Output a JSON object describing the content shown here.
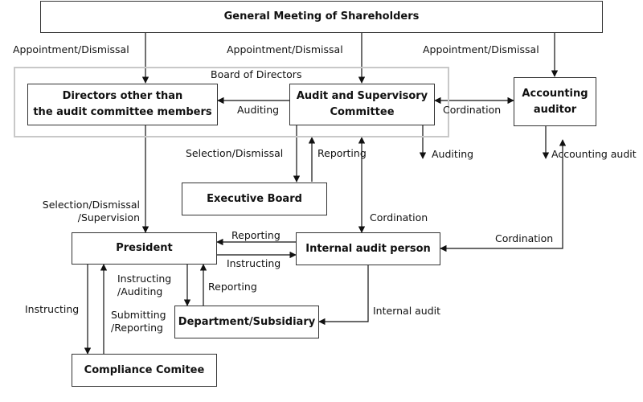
{
  "nodes": {
    "shareholders": "General Meeting of Shareholders",
    "board_group": "Board of Directors",
    "directors": "Directors other than\nthe audit committee members",
    "audit_committee": "Audit and Supervisory\nCommittee",
    "accounting_auditor": "Accounting\nauditor",
    "executive_board": "Executive Board",
    "president": "President",
    "internal_audit": "Internal audit person",
    "department": "Department/Subsidiary",
    "compliance": "Compliance Comitee"
  },
  "edges": {
    "appoint_directors": "Appointment/Dismissal",
    "appoint_committee": "Appointment/Dismissal",
    "appoint_auditor": "Appointment/Dismissal",
    "auditing_directors": "Auditing",
    "cordination_auditor": "Cordination",
    "selection_exec": "Selection/Dismissal",
    "reporting_exec": "Reporting",
    "auditing_down": "Auditing",
    "accounting_audit": "Accounting audit",
    "selection_president": "Selection/Dismissal\n/Supervision",
    "cordination_internal": "Cordination",
    "reporting_president": "Reporting",
    "instructing_internal": "Instructing",
    "cordination_internal_auditor": "Cordination",
    "instructing_auditing": "Instructing\n/Auditing",
    "reporting_dept": "Reporting",
    "instructing_compliance": "Instructing",
    "submitting_reporting": "Submitting\n/Reporting",
    "internal_audit_dept": "Internal audit"
  }
}
